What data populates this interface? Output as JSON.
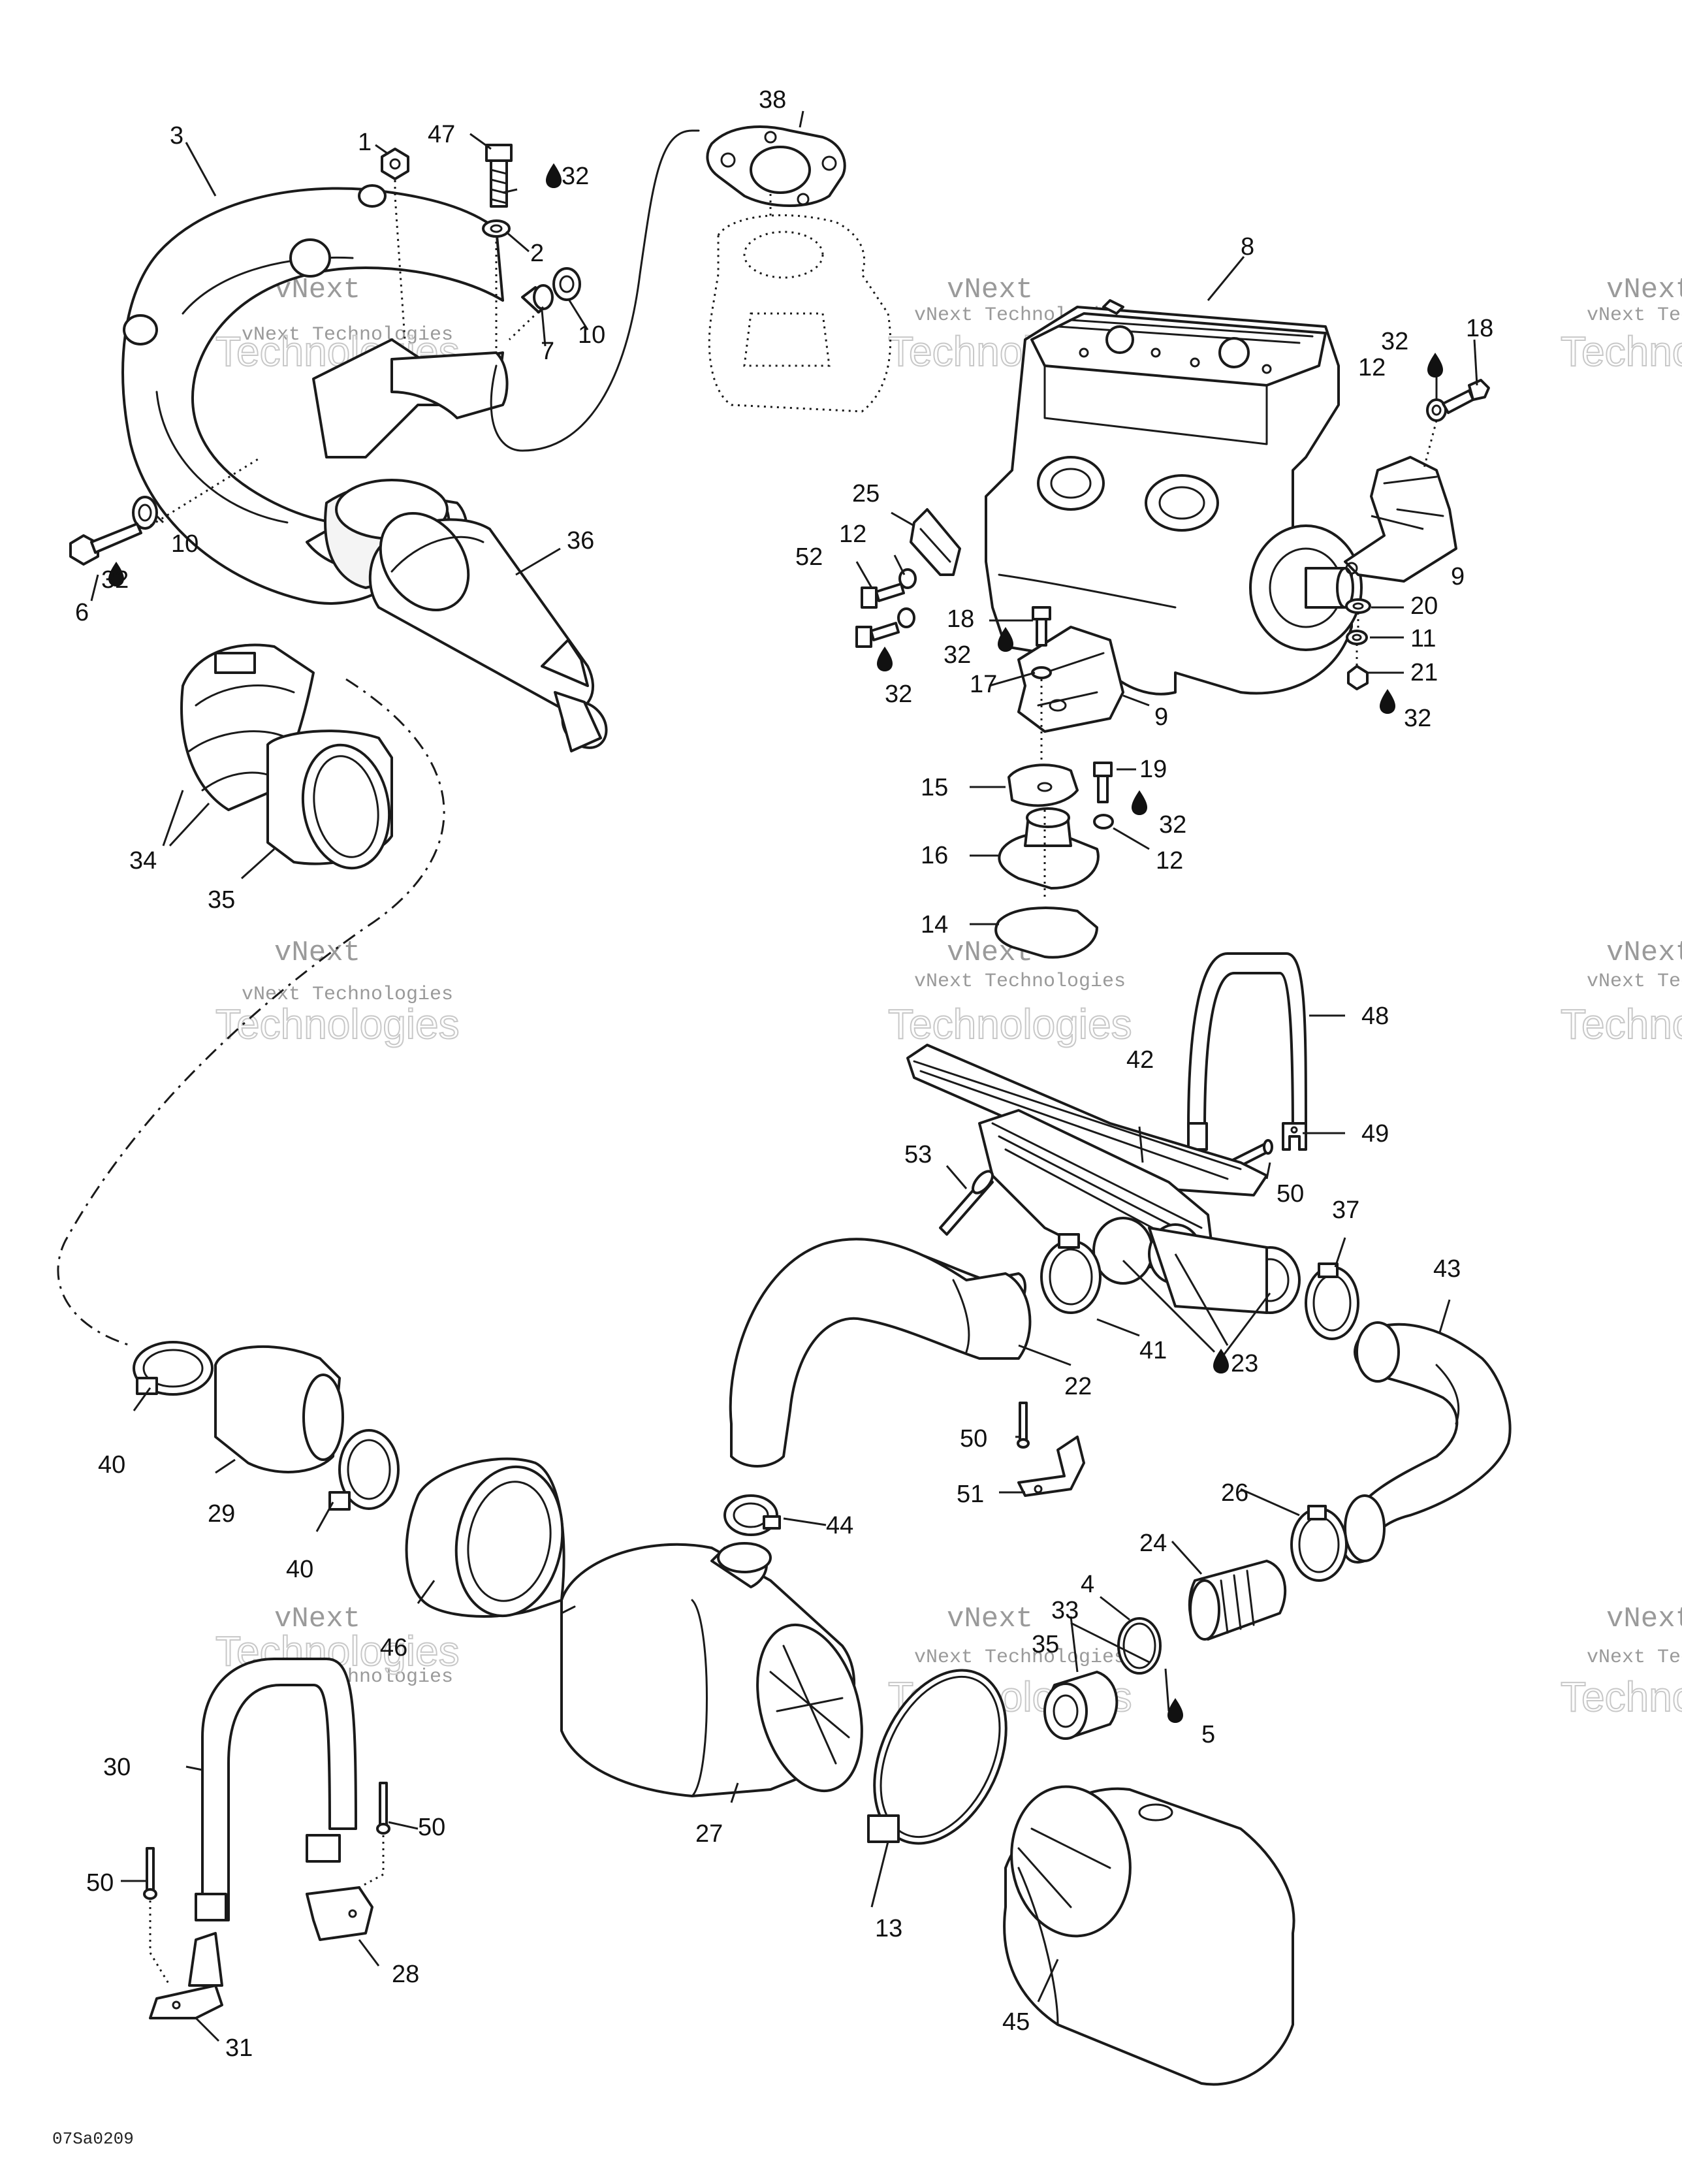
{
  "figure_code": "07Sa0209",
  "watermark": {
    "line1": "vNext",
    "line2": "vNext Technologies",
    "line3": "Technologies",
    "partial_line1": "vNext",
    "partial_line2": "vNext Tech",
    "partial_line3": "Technolo"
  },
  "callouts": {
    "c1": "1",
    "c2": "2",
    "c3": "3",
    "c4": "4",
    "c5": "5",
    "c6": "6",
    "c7": "7",
    "c8": "8",
    "c9a": "9",
    "c9b": "9",
    "c10a": "10",
    "c10b": "10",
    "c11": "11",
    "c12a": "12",
    "c12b": "12",
    "c12c": "12",
    "c13": "13",
    "c14": "14",
    "c15": "15",
    "c16": "16",
    "c17": "17",
    "c18a": "18",
    "c18b": "18",
    "c19": "19",
    "c20": "20",
    "c21": "21",
    "c22": "22",
    "c23": "23",
    "c24": "24",
    "c25": "25",
    "c26": "26",
    "c27": "27",
    "c28": "28",
    "c29": "29",
    "c30": "30",
    "c31": "31",
    "c32a": "32",
    "c32b": "32",
    "c32c": "32",
    "c32d": "32",
    "c32e": "32",
    "c32f": "32",
    "c32g": "32",
    "c33": "33",
    "c34": "34",
    "c35a": "35",
    "c35b": "35",
    "c36": "36",
    "c37": "37",
    "c38": "38",
    "c40a": "40",
    "c40b": "40",
    "c41": "41",
    "c42": "42",
    "c43": "43",
    "c44": "44",
    "c45": "45",
    "c46": "46",
    "c47": "47",
    "c48": "48",
    "c49": "49",
    "c50a": "50",
    "c50b": "50",
    "c50c": "50",
    "c50d": "50",
    "c51": "51",
    "c52": "52",
    "c53": "53"
  }
}
